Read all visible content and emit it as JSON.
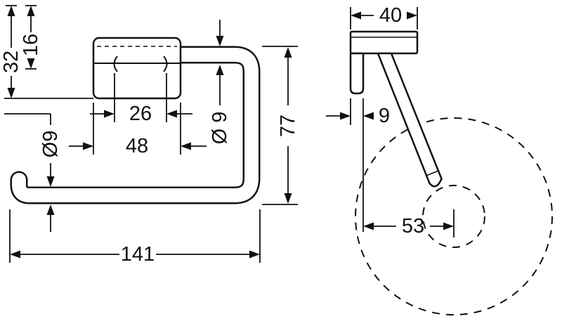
{
  "colors": {
    "line": "#111111",
    "background": "#ffffff"
  },
  "drawing": {
    "front": {
      "height_32": "32",
      "offset_16": "16",
      "bar_dia_left": "Ø9",
      "hole_spacing_26": "26",
      "plate_width_48": "48",
      "bar_dia_right": "Ø 9",
      "height_77": "77",
      "width_141": "141"
    },
    "side": {
      "depth_40": "40",
      "thickness_9": "9",
      "roll_center_53": "53"
    }
  }
}
